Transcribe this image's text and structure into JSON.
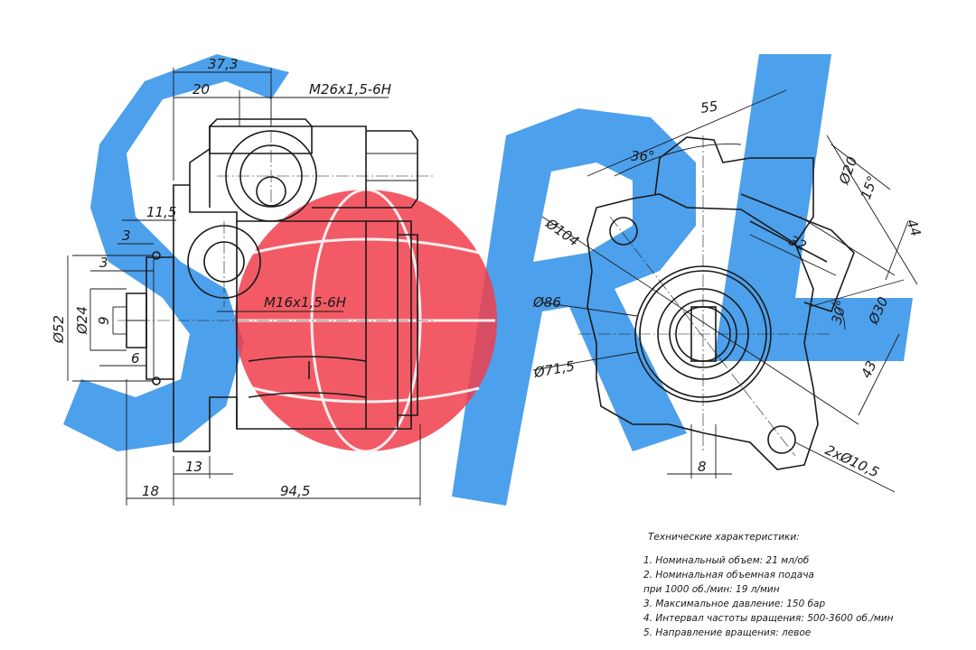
{
  "watermark": {
    "text": "SORL",
    "blue": "#2E8FE8",
    "red": "#F03E4B"
  },
  "side_view_dims": {
    "d_37_3": "37,3",
    "d_20": "20",
    "thread_m26": "M26x1,5-6H",
    "d_11_5": "11,5",
    "d_3_top": "3",
    "d_3": "3",
    "d_52": "Ø52",
    "d_24": "Ø24",
    "d_9": "9",
    "d_6": "6",
    "thread_m16": "M16x1,5-6H",
    "d_13": "13",
    "d_18": "18",
    "d_94_5": "94,5"
  },
  "front_view_dims": {
    "d_55": "55",
    "a_36": "36°",
    "d_20": "Ø20",
    "a_15": "15°",
    "d_44": "44",
    "d_104": "Ø104",
    "d_32": "32",
    "d_86": "Ø86",
    "a_30": "30°",
    "d_30": "Ø30",
    "d_71_5": "Ø71,5",
    "d_43": "43",
    "holes": "2xØ10,5",
    "d_8": "8"
  },
  "specs": {
    "title": "Технические характеристики:",
    "items": [
      "1. Номинальный объем: 21 мл/об",
      "2. Номинальная объемная подача",
      "при 1000 об./мин: 19 л/мин",
      "3. Максимальное давление: 150 бар",
      "4. Интервал частоты вращения: 500-3600 об./мин",
      "5. Направление вращения: левое"
    ]
  }
}
